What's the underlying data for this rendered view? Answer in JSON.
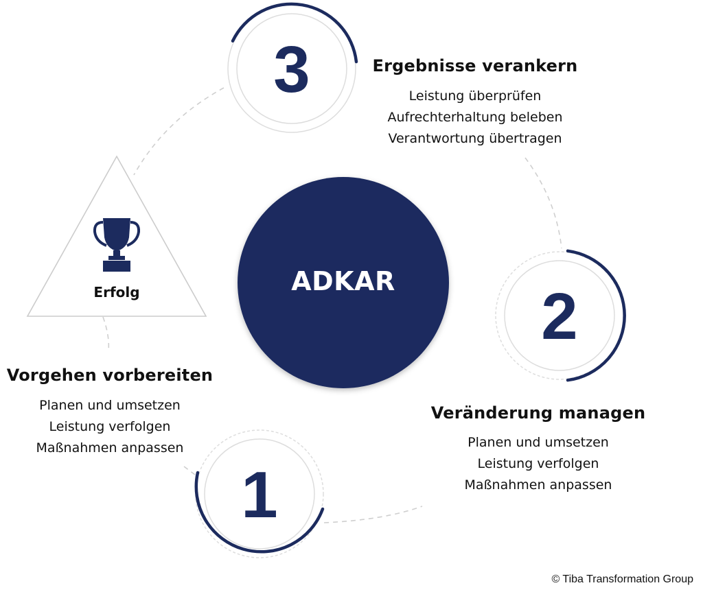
{
  "center": {
    "label": "ADKAR"
  },
  "success": {
    "label": "Erfolg",
    "icon": "trophy-icon"
  },
  "steps": [
    {
      "number": "1",
      "title": "Vorgehen vorbereiten",
      "items": [
        "Planen und umsetzen",
        "Leistung verfolgen",
        "Maßnahmen anpassen"
      ]
    },
    {
      "number": "2",
      "title": "Veränderung managen",
      "items": [
        "Planen und umsetzen",
        "Leistung verfolgen",
        "Maßnahmen anpassen"
      ]
    },
    {
      "number": "3",
      "title": "Ergebnisse verankern",
      "items": [
        "Leistung überprüfen",
        "Aufrechterhaltung beleben",
        "Verantwortung übertragen"
      ]
    }
  ],
  "copyright": "© Tiba Transformation Group",
  "colors": {
    "navy": "#1c2b5e",
    "ring": "#d9d9d9",
    "dashed": "#cfcfcf"
  }
}
